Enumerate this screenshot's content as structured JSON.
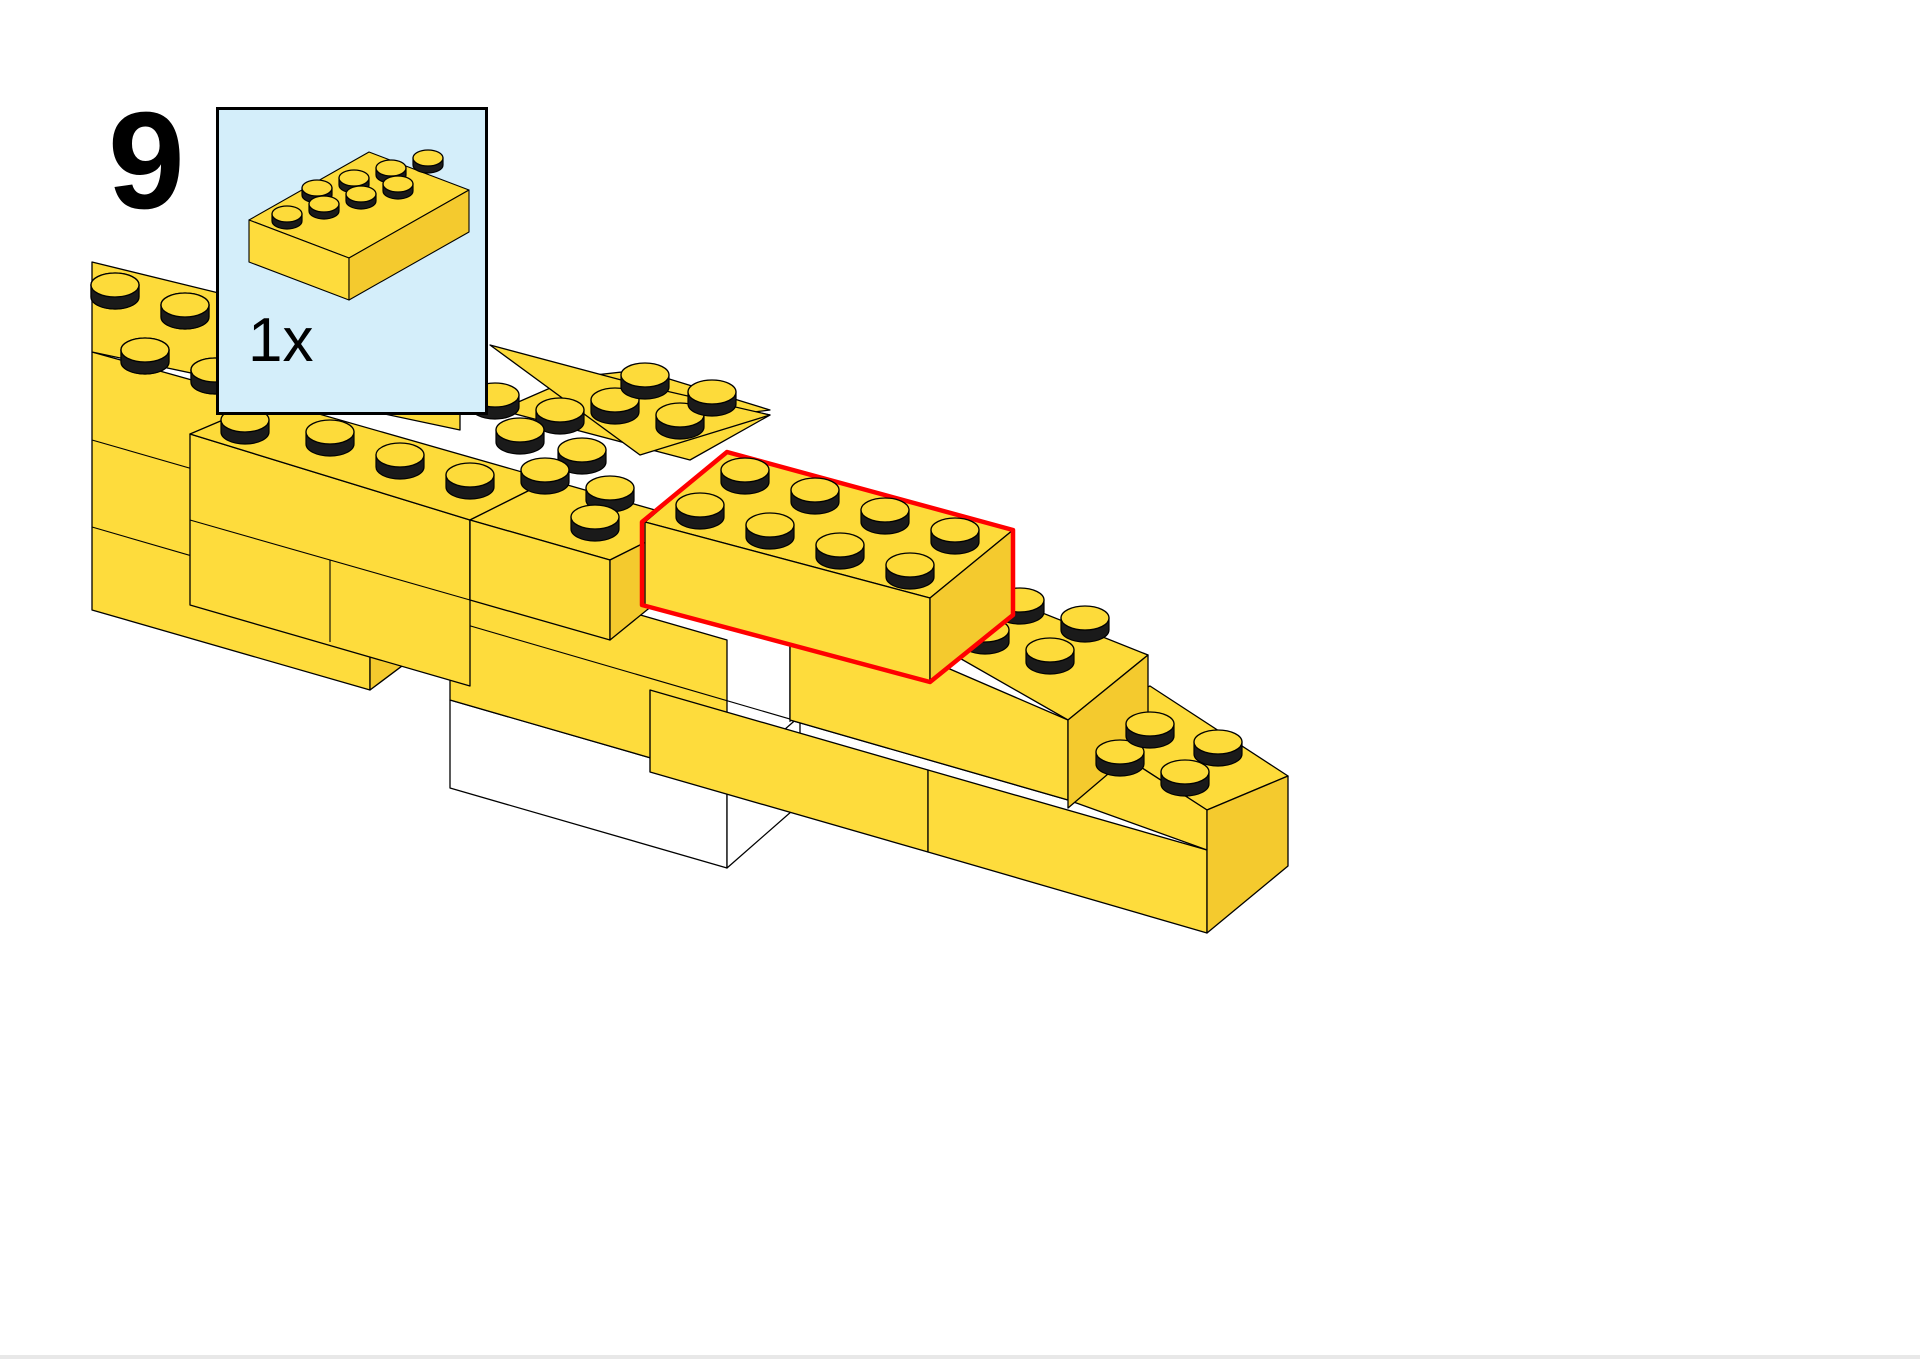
{
  "step": {
    "number": "9"
  },
  "parts_list": [
    {
      "quantity_label": "1x",
      "part": "brick-2x4",
      "color": "#fddb3a"
    }
  ],
  "colors": {
    "brick_top": "#fddb3a",
    "brick_front": "#fedc3c",
    "brick_side": "#f4ca2e",
    "stud_side": "#1a1a1a",
    "highlight": "#ff0000",
    "callout_bg": "#d4eefa",
    "base_white": "#ffffff"
  }
}
